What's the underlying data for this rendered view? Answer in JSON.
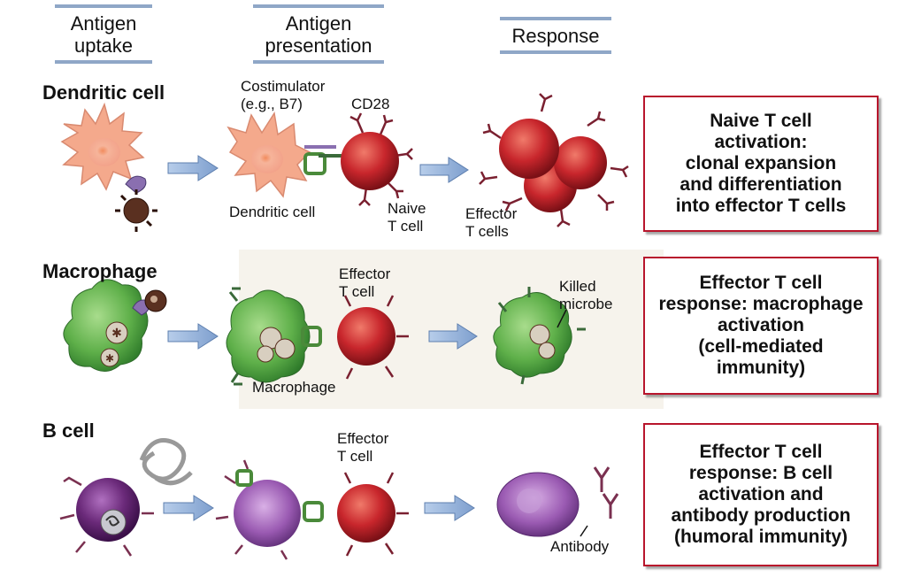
{
  "headers": {
    "uptake": "Antigen\nuptake",
    "presentation": "Antigen\npresentation",
    "response": "Response"
  },
  "rows": {
    "dendritic": {
      "label": "Dendritic cell",
      "costimulator": "Costimulator\n(e.g., B7)",
      "cd28": "CD28",
      "cell_label": "Dendritic cell",
      "naive_t": "Naive\nT cell",
      "effector_t": "Effector\nT cells",
      "outcome": "Naive T cell\nactivation:\nclonal expansion\nand differentiation\ninto effector T cells"
    },
    "macrophage": {
      "label": "Macrophage",
      "effector_t": "Effector\nT cell",
      "cell_label": "Macrophage",
      "killed": "Killed\nmicrobe",
      "outcome": "Effector T cell\nresponse: macrophage\nactivation\n(cell-mediated\nimmunity)"
    },
    "bcell": {
      "label": "B cell",
      "effector_t": "Effector\nT cell",
      "antibody": "Antibody",
      "outcome": "Effector T cell\nresponse: B cell\nactivation and\nantibody production\n(humoral immunity)"
    }
  },
  "colors": {
    "header_bar": "#8fa7c7",
    "box_border": "#b8152c",
    "arrow": "#8fb0da",
    "t_cell": "#c8262c",
    "dendritic": "#f4a98c",
    "macrophage": "#5fb04a",
    "b_cell": "#6b2a7a",
    "receptor": "#5a8f4a"
  }
}
